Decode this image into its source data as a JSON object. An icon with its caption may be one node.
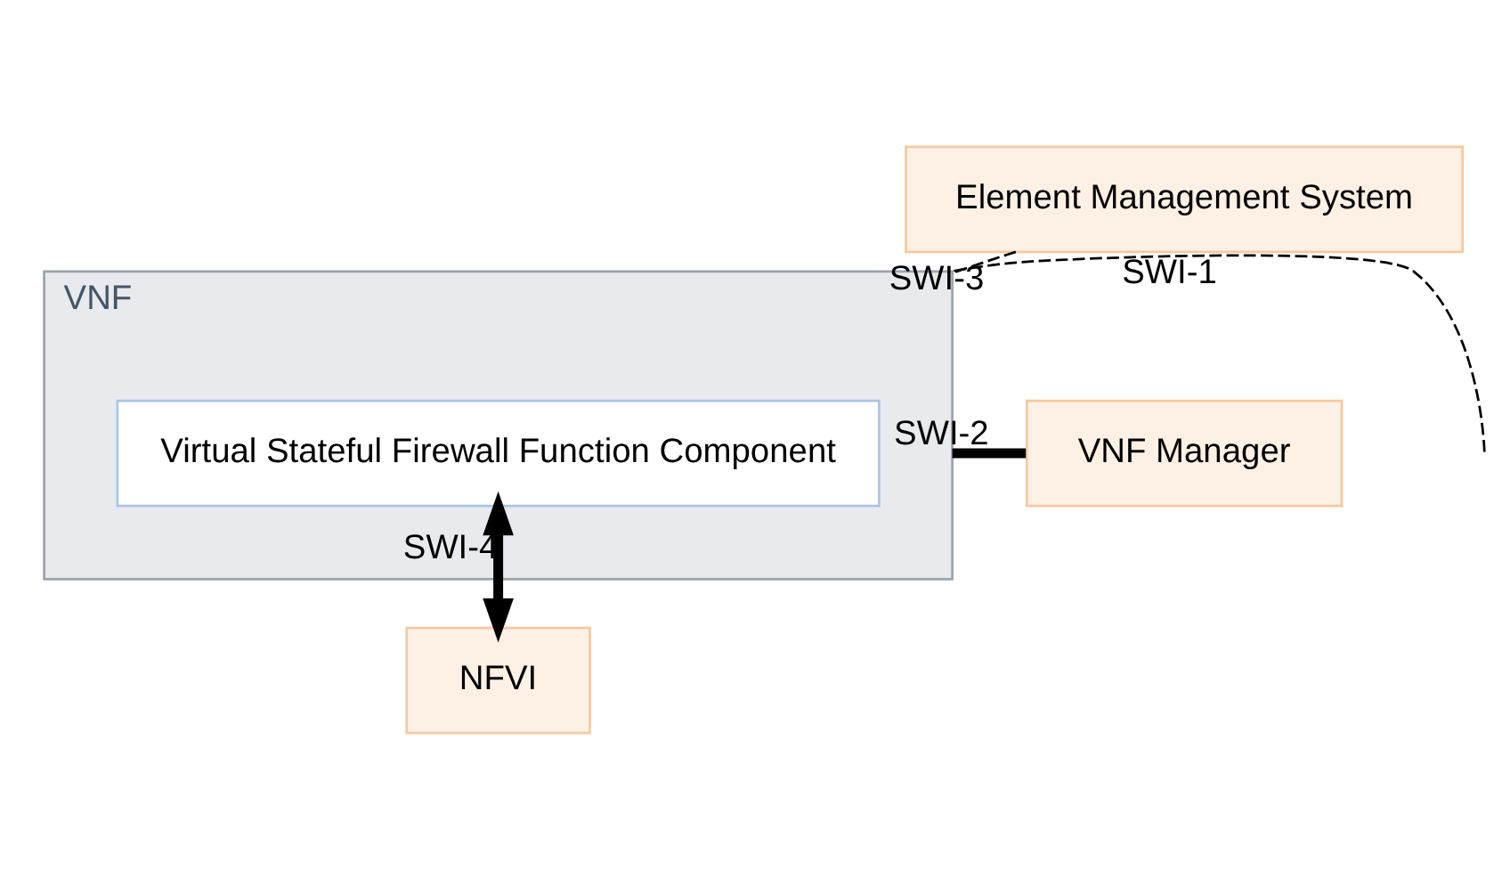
{
  "diagram": {
    "nodes": [
      {
        "text": [
          "Element Management System"
        ]
      },
      {
        "text": [
          "VNF"
        ]
      },
      {
        "text": [
          "Virtual Stateful Firewall Function Component"
        ],
        "in": 1
      },
      {
        "text": [
          "VNF Manager"
        ]
      },
      {
        "text": [
          "NFVI"
        ]
      }
    ],
    "edges": [
      {
        "from": 0,
        "to": 1,
        "arrow": "none",
        "label": "SWI-3",
        "style": "dashed"
      },
      {
        "from": null,
        "to": 1,
        "arrow": "none",
        "label": "SWI-1",
        "style": "dashed"
      },
      {
        "from": 1,
        "to": 3,
        "arrow": "none",
        "label": "SWI-2",
        "style": "thick"
      },
      {
        "from": 2,
        "to": 4,
        "arrow": "both",
        "label": "SWI-4",
        "style": "thick"
      }
    ]
  }
}
